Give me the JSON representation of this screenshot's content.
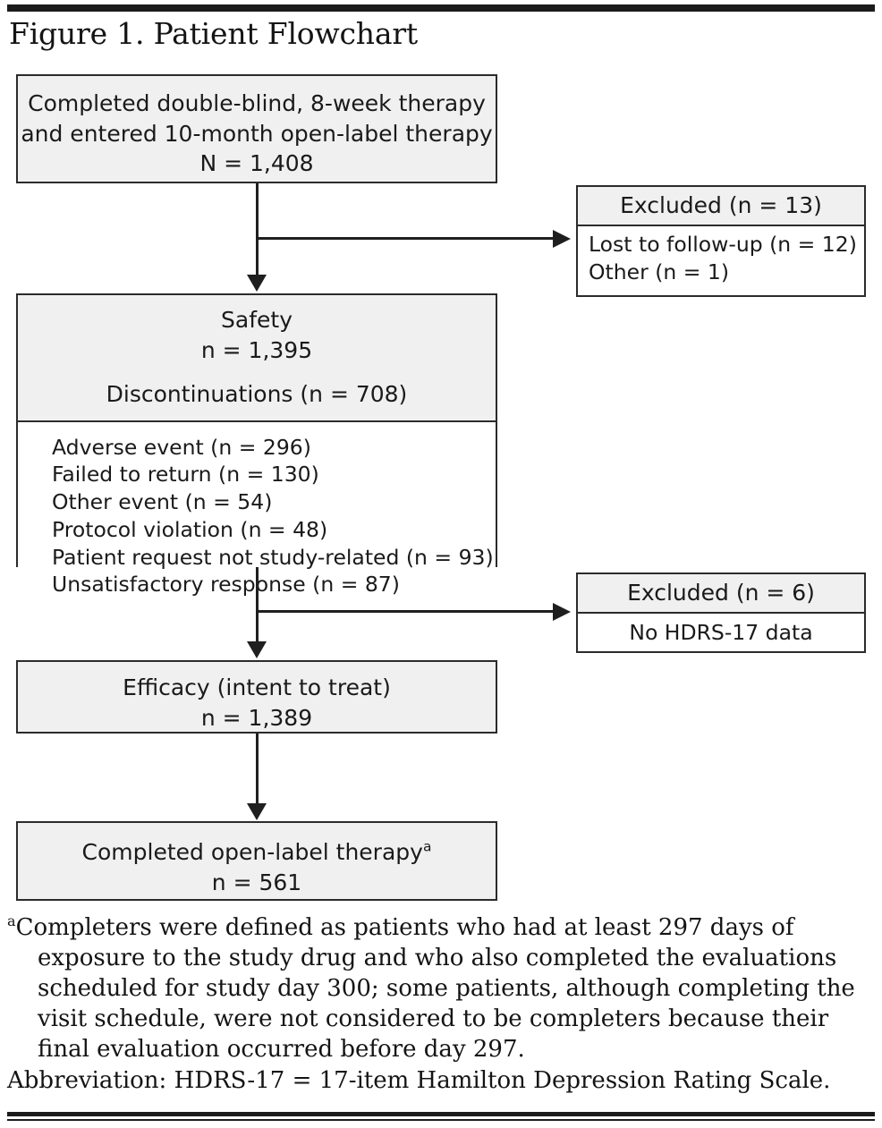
{
  "figure": {
    "title": "Figure 1. Patient Flowchart"
  },
  "flow": {
    "box_completed_baseline": {
      "line1": "Completed double-blind, 8-week therapy",
      "line2": "and entered 10-month open-label therapy",
      "line3": "N = 1,408"
    },
    "box_excluded_1": {
      "header": "Excluded (n = 13)",
      "reasons": [
        "Lost to follow-up (n = 12)",
        "Other (n = 1)"
      ]
    },
    "box_safety": {
      "title": "Safety",
      "count": "n = 1,395",
      "discontinuations": "Discontinuations (n = 708)",
      "reasons": [
        "Adverse event (n = 296)",
        "Failed to return (n = 130)",
        "Other event (n = 54)",
        "Protocol violation (n = 48)",
        "Patient request not study-related (n = 93)",
        "Unsatisfactory response (n = 87)"
      ]
    },
    "box_excluded_2": {
      "header": "Excluded (n = 6)",
      "reasons": [
        "No HDRS-17 data"
      ]
    },
    "box_efficacy": {
      "line1": "Efficacy (intent to treat)",
      "line2": "n = 1,389"
    },
    "box_completed_openlabel": {
      "line1": "Completed open-label therapy",
      "footnote_marker": "a",
      "line2": "n = 561"
    }
  },
  "footnotes": {
    "marker_a": "a",
    "note_a": "Completers were defined as patients who had at least 297 days of exposure to the study drug and who also completed the evaluations scheduled for study day 300; some patients, although completing the visit schedule, were not considered to be completers because their final evaluation occurred before day 297.",
    "abbreviation": "Abbreviation: HDRS-17 = 17-item Hamilton Depression Rating Scale."
  },
  "chart_data": {
    "type": "diagram",
    "title": "Figure 1. Patient Flowchart",
    "nodes": [
      {
        "id": "enrolled",
        "label": "Completed double-blind, 8-week therapy and entered 10-month open-label therapy",
        "n": 1408,
        "n_label": "N = 1,408"
      },
      {
        "id": "excluded1",
        "label": "Excluded",
        "n": 13,
        "n_label": "Excluded (n = 13)",
        "breakdown": [
          {
            "label": "Lost to follow-up",
            "n": 12
          },
          {
            "label": "Other",
            "n": 1
          }
        ]
      },
      {
        "id": "safety",
        "label": "Safety",
        "n": 1395,
        "n_label": "n = 1,395",
        "discontinuations_n": 708,
        "breakdown": [
          {
            "label": "Adverse event",
            "n": 296
          },
          {
            "label": "Failed to return",
            "n": 130
          },
          {
            "label": "Other event",
            "n": 54
          },
          {
            "label": "Protocol violation",
            "n": 48
          },
          {
            "label": "Patient request not study-related",
            "n": 93
          },
          {
            "label": "Unsatisfactory response",
            "n": 87
          }
        ]
      },
      {
        "id": "excluded2",
        "label": "Excluded",
        "n": 6,
        "n_label": "Excluded (n = 6)",
        "breakdown": [
          {
            "label": "No HDRS-17 data",
            "n": 6
          }
        ]
      },
      {
        "id": "efficacy",
        "label": "Efficacy (intent to treat)",
        "n": 1389,
        "n_label": "n = 1,389"
      },
      {
        "id": "completed",
        "label": "Completed open-label therapy",
        "n": 561,
        "n_label": "n = 561"
      }
    ],
    "edges": [
      {
        "from": "enrolled",
        "to": "safety",
        "direction": "down"
      },
      {
        "from": "enrolled",
        "to": "excluded1",
        "direction": "right"
      },
      {
        "from": "safety",
        "to": "efficacy",
        "direction": "down"
      },
      {
        "from": "safety",
        "to": "excluded2",
        "direction": "right"
      },
      {
        "from": "efficacy",
        "to": "completed",
        "direction": "down"
      }
    ]
  },
  "colors": {
    "box_fill": "#f0f0f0",
    "box_border": "#2b2b2b",
    "rule": "#1b1b1b",
    "text": "#141414"
  }
}
